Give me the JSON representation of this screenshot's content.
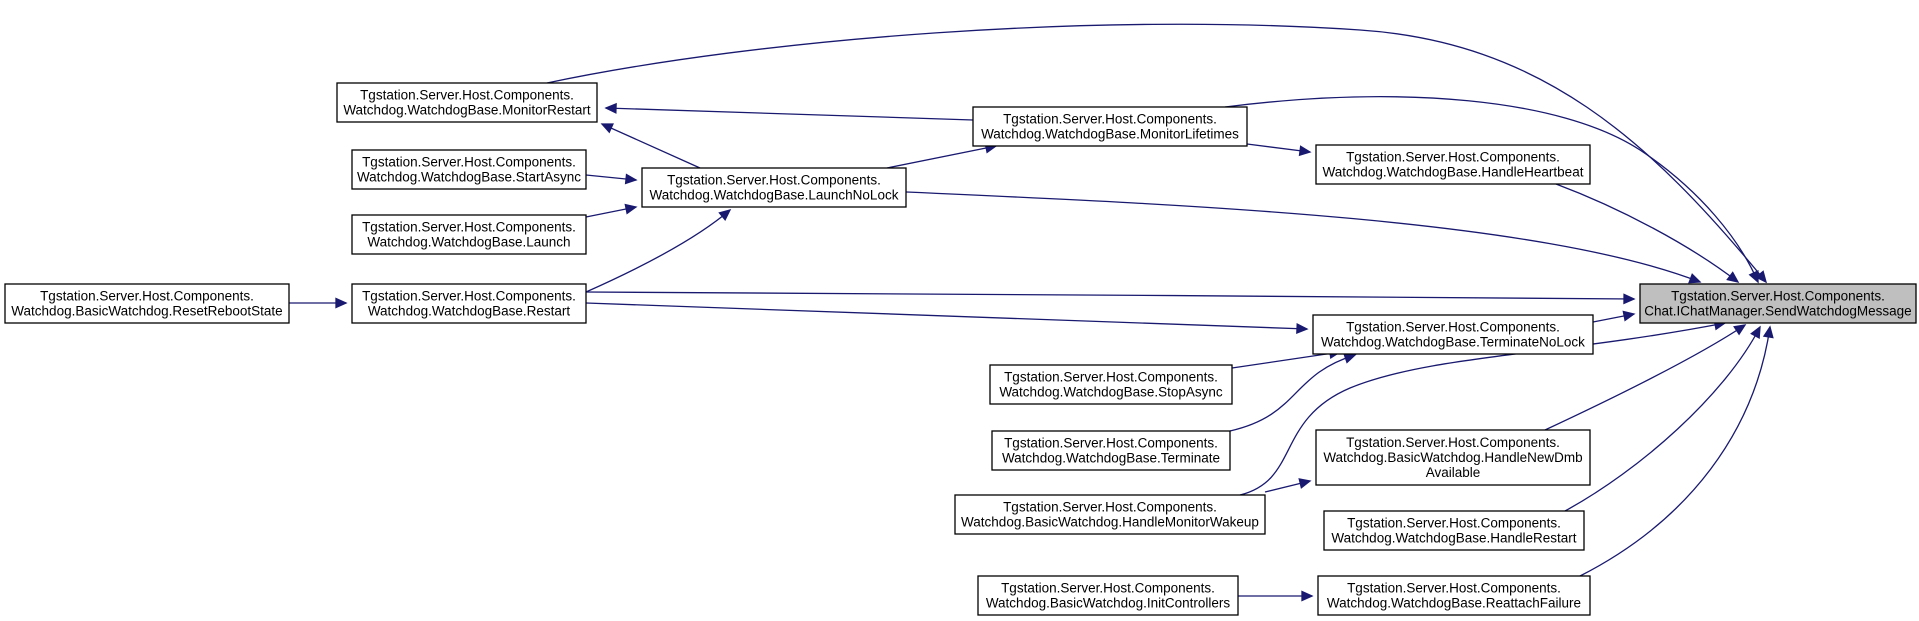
{
  "diagram": {
    "type": "doxygen-caller-graph",
    "nodes": [
      {
        "id": "root",
        "lines": [
          "Tgstation.Server.Host.Components.",
          "Chat.IChatManager.SendWatchdogMessage"
        ],
        "highlighted": true
      },
      {
        "id": "monitor_restart",
        "lines": [
          "Tgstation.Server.Host.Components.",
          "Watchdog.WatchdogBase.MonitorRestart"
        ]
      },
      {
        "id": "monitor_lifetimes",
        "lines": [
          "Tgstation.Server.Host.Components.",
          "Watchdog.WatchdogBase.MonitorLifetimes"
        ]
      },
      {
        "id": "launch_nolock",
        "lines": [
          "Tgstation.Server.Host.Components.",
          "Watchdog.WatchdogBase.LaunchNoLock"
        ]
      },
      {
        "id": "start_async",
        "lines": [
          "Tgstation.Server.Host.Components.",
          "Watchdog.WatchdogBase.StartAsync"
        ]
      },
      {
        "id": "launch",
        "lines": [
          "Tgstation.Server.Host.Components.",
          "Watchdog.WatchdogBase.Launch"
        ]
      },
      {
        "id": "restart",
        "lines": [
          "Tgstation.Server.Host.Components.",
          "Watchdog.WatchdogBase.Restart"
        ]
      },
      {
        "id": "reset_reboot_state",
        "lines": [
          "Tgstation.Server.Host.Components.",
          "Watchdog.BasicWatchdog.ResetRebootState"
        ]
      },
      {
        "id": "handle_heartbeat",
        "lines": [
          "Tgstation.Server.Host.Components.",
          "Watchdog.WatchdogBase.HandleHeartbeat"
        ]
      },
      {
        "id": "terminate_nolock",
        "lines": [
          "Tgstation.Server.Host.Components.",
          "Watchdog.WatchdogBase.TerminateNoLock"
        ]
      },
      {
        "id": "stop_async",
        "lines": [
          "Tgstation.Server.Host.Components.",
          "Watchdog.WatchdogBase.StopAsync"
        ]
      },
      {
        "id": "terminate",
        "lines": [
          "Tgstation.Server.Host.Components.",
          "Watchdog.WatchdogBase.Terminate"
        ]
      },
      {
        "id": "handle_monitor_wakeup",
        "lines": [
          "Tgstation.Server.Host.Components.",
          "Watchdog.BasicWatchdog.HandleMonitorWakeup"
        ]
      },
      {
        "id": "handle_new_dmb",
        "lines": [
          "Tgstation.Server.Host.Components.",
          "Watchdog.BasicWatchdog.HandleNewDmb",
          "Available"
        ]
      },
      {
        "id": "handle_restart",
        "lines": [
          "Tgstation.Server.Host.Components.",
          "Watchdog.WatchdogBase.HandleRestart"
        ]
      },
      {
        "id": "init_controllers",
        "lines": [
          "Tgstation.Server.Host.Components.",
          "Watchdog.BasicWatchdog.InitControllers"
        ]
      },
      {
        "id": "reattach_failure",
        "lines": [
          "Tgstation.Server.Host.Components.",
          "Watchdog.WatchdogBase.ReattachFailure"
        ]
      }
    ],
    "edges": [
      {
        "from": "monitor_restart",
        "to": "root"
      },
      {
        "from": "monitor_lifetimes",
        "to": "root"
      },
      {
        "from": "monitor_lifetimes",
        "to": "monitor_restart"
      },
      {
        "from": "launch_nolock",
        "to": "monitor_restart"
      },
      {
        "from": "launch_nolock",
        "to": "monitor_lifetimes"
      },
      {
        "from": "launch_nolock",
        "to": "root"
      },
      {
        "from": "start_async",
        "to": "launch_nolock"
      },
      {
        "from": "launch",
        "to": "launch_nolock"
      },
      {
        "from": "restart",
        "to": "launch_nolock"
      },
      {
        "from": "restart",
        "to": "root"
      },
      {
        "from": "restart",
        "to": "terminate_nolock"
      },
      {
        "from": "reset_reboot_state",
        "to": "restart"
      },
      {
        "from": "monitor_lifetimes",
        "to": "handle_heartbeat"
      },
      {
        "from": "handle_heartbeat",
        "to": "root"
      },
      {
        "from": "terminate_nolock",
        "to": "root"
      },
      {
        "from": "stop_async",
        "to": "terminate_nolock"
      },
      {
        "from": "terminate",
        "to": "terminate_nolock"
      },
      {
        "from": "handle_monitor_wakeup",
        "to": "root"
      },
      {
        "from": "handle_monitor_wakeup",
        "to": "handle_new_dmb"
      },
      {
        "from": "handle_new_dmb",
        "to": "root"
      },
      {
        "from": "handle_restart",
        "to": "root"
      },
      {
        "from": "init_controllers",
        "to": "reattach_failure"
      },
      {
        "from": "reattach_failure",
        "to": "root"
      }
    ]
  }
}
